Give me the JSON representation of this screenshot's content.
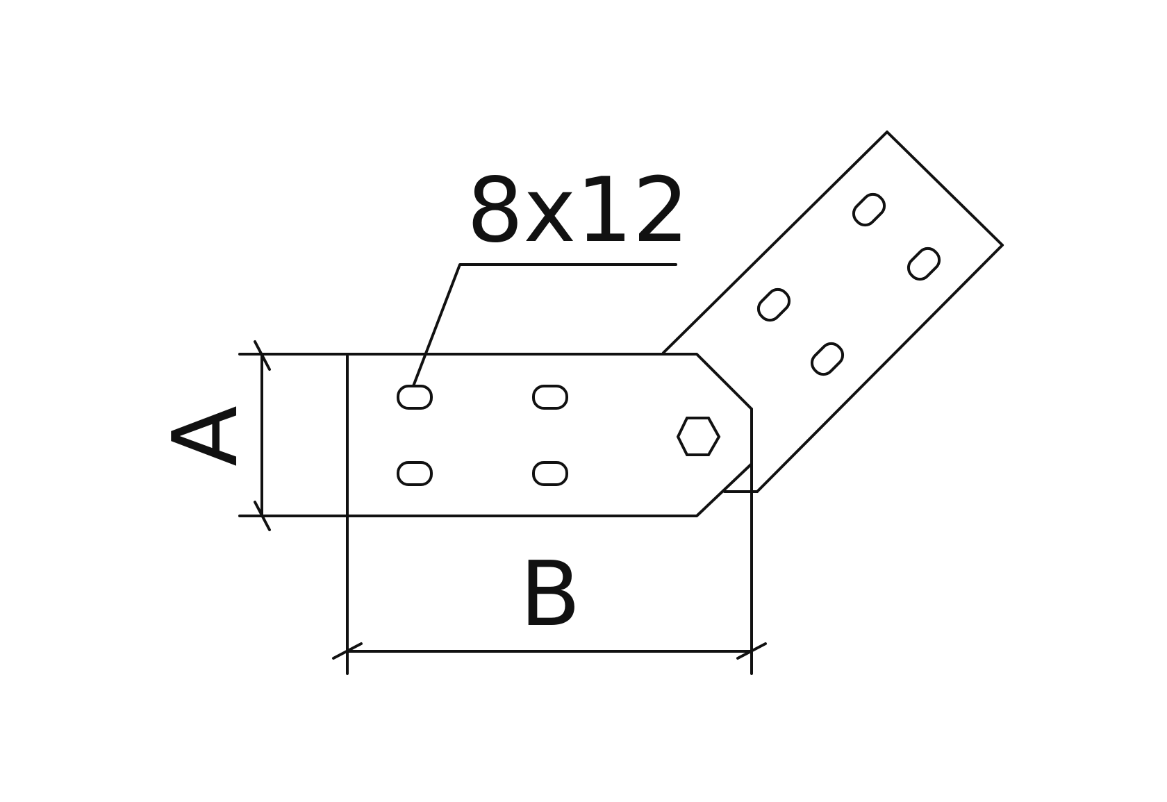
{
  "labels": {
    "slot_size": "8x12",
    "dimension_a": "A",
    "dimension_b": "B"
  },
  "colors": {
    "line": "#111111",
    "background": "#ffffff"
  }
}
